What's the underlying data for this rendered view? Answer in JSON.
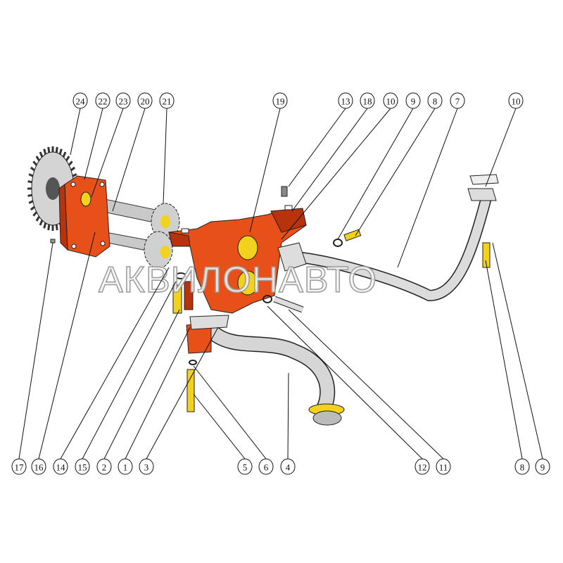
{
  "watermark": "АКВИЛОНАВТО",
  "colors": {
    "housing": "#e8501a",
    "housing_dark": "#b8320c",
    "bolt": "#f2d21c",
    "pipe": "#d8d8d8",
    "gear": "#cfcfcf"
  },
  "callouts_top": [
    "24",
    "22",
    "23",
    "20",
    "21",
    "19",
    "13",
    "18",
    "10",
    "9",
    "8",
    "7",
    "10"
  ],
  "callouts_bottom": [
    "17",
    "16",
    "14",
    "15",
    "2",
    "1",
    "3",
    "5",
    "6",
    "4",
    "12",
    "11",
    "8",
    "9"
  ]
}
